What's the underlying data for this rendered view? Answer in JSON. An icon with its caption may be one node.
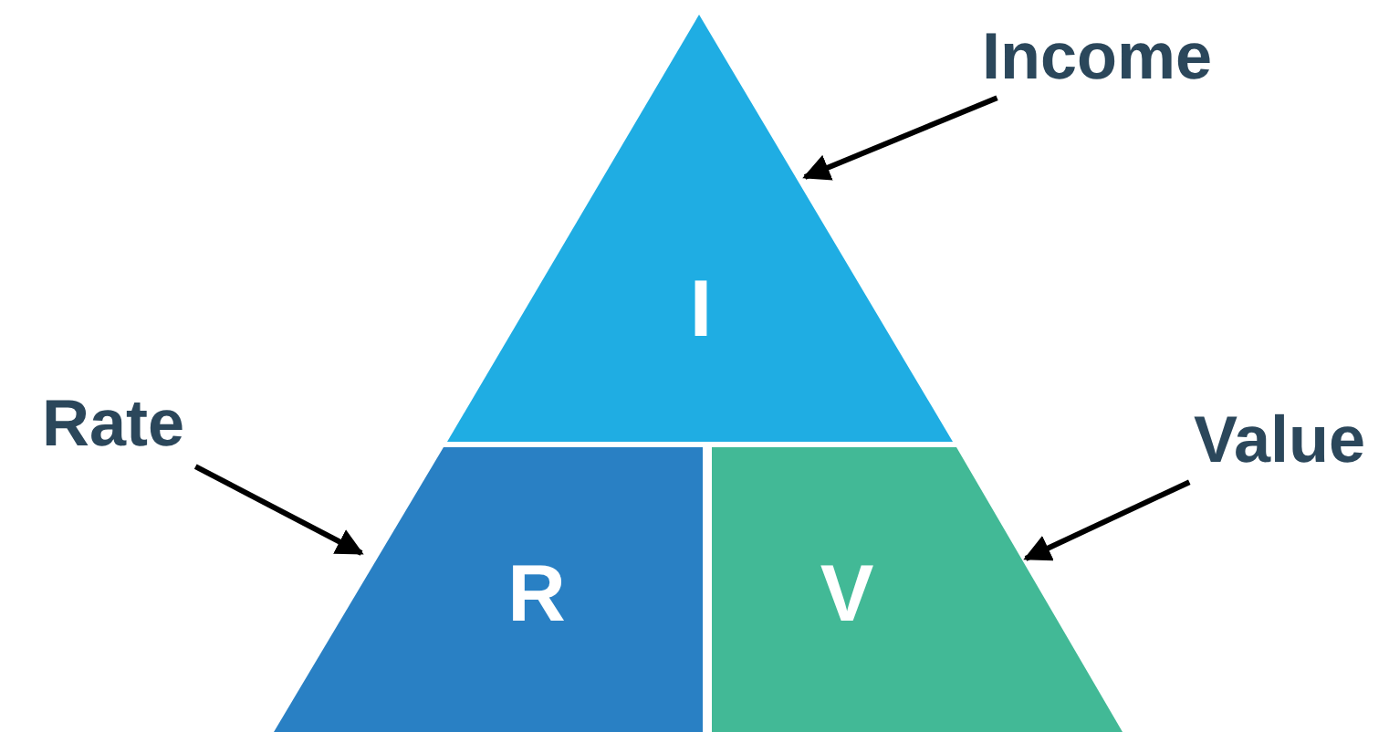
{
  "diagram": {
    "nodes": [
      {
        "text": [
          "I"
        ]
      },
      {
        "text": [
          "R"
        ]
      },
      {
        "text": [
          "V"
        ]
      },
      {
        "text": [
          "Income"
        ]
      },
      {
        "text": [
          "Rate"
        ]
      },
      {
        "text": [
          "Value"
        ]
      }
    ],
    "edges": [
      {
        "from": 3,
        "to": 0,
        "arrow": "to"
      },
      {
        "from": 4,
        "to": 1,
        "arrow": "to"
      },
      {
        "from": 5,
        "to": 2,
        "arrow": "to"
      }
    ]
  }
}
